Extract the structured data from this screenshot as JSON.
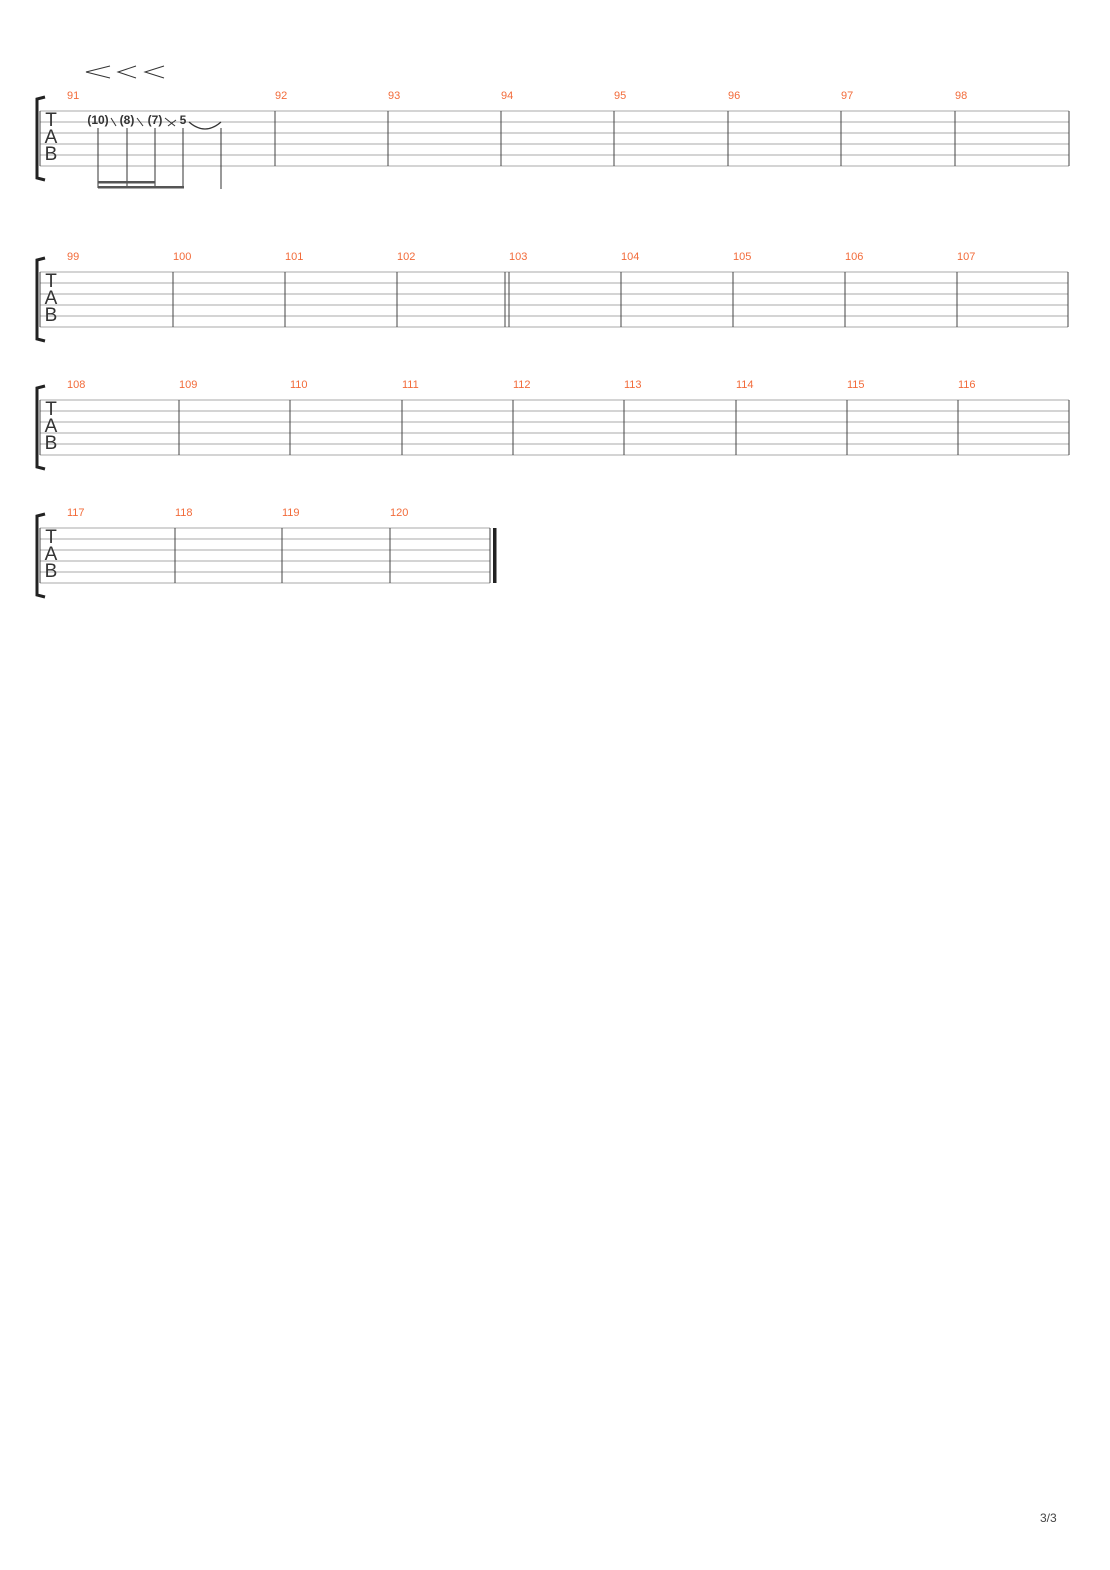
{
  "colors": {
    "staff_line": "#aaaaaa",
    "barline": "#444444",
    "measure_number": "#f26b3a",
    "notation": "#333333"
  },
  "clef_label": [
    "T",
    "A",
    "B"
  ],
  "systems": [
    {
      "measures": [
        "91",
        "92",
        "93",
        "94",
        "95",
        "96",
        "97",
        "98"
      ]
    },
    {
      "measures": [
        "99",
        "100",
        "101",
        "102",
        "103",
        "104",
        "105",
        "106",
        "107"
      ]
    },
    {
      "measures": [
        "108",
        "109",
        "110",
        "111",
        "112",
        "113",
        "114",
        "115",
        "116"
      ]
    },
    {
      "measures": [
        "117",
        "118",
        "119",
        "120"
      ]
    }
  ],
  "notes": [
    "(10)",
    "(8)",
    "(7)",
    "5"
  ],
  "page": {
    "number": "3/3"
  }
}
